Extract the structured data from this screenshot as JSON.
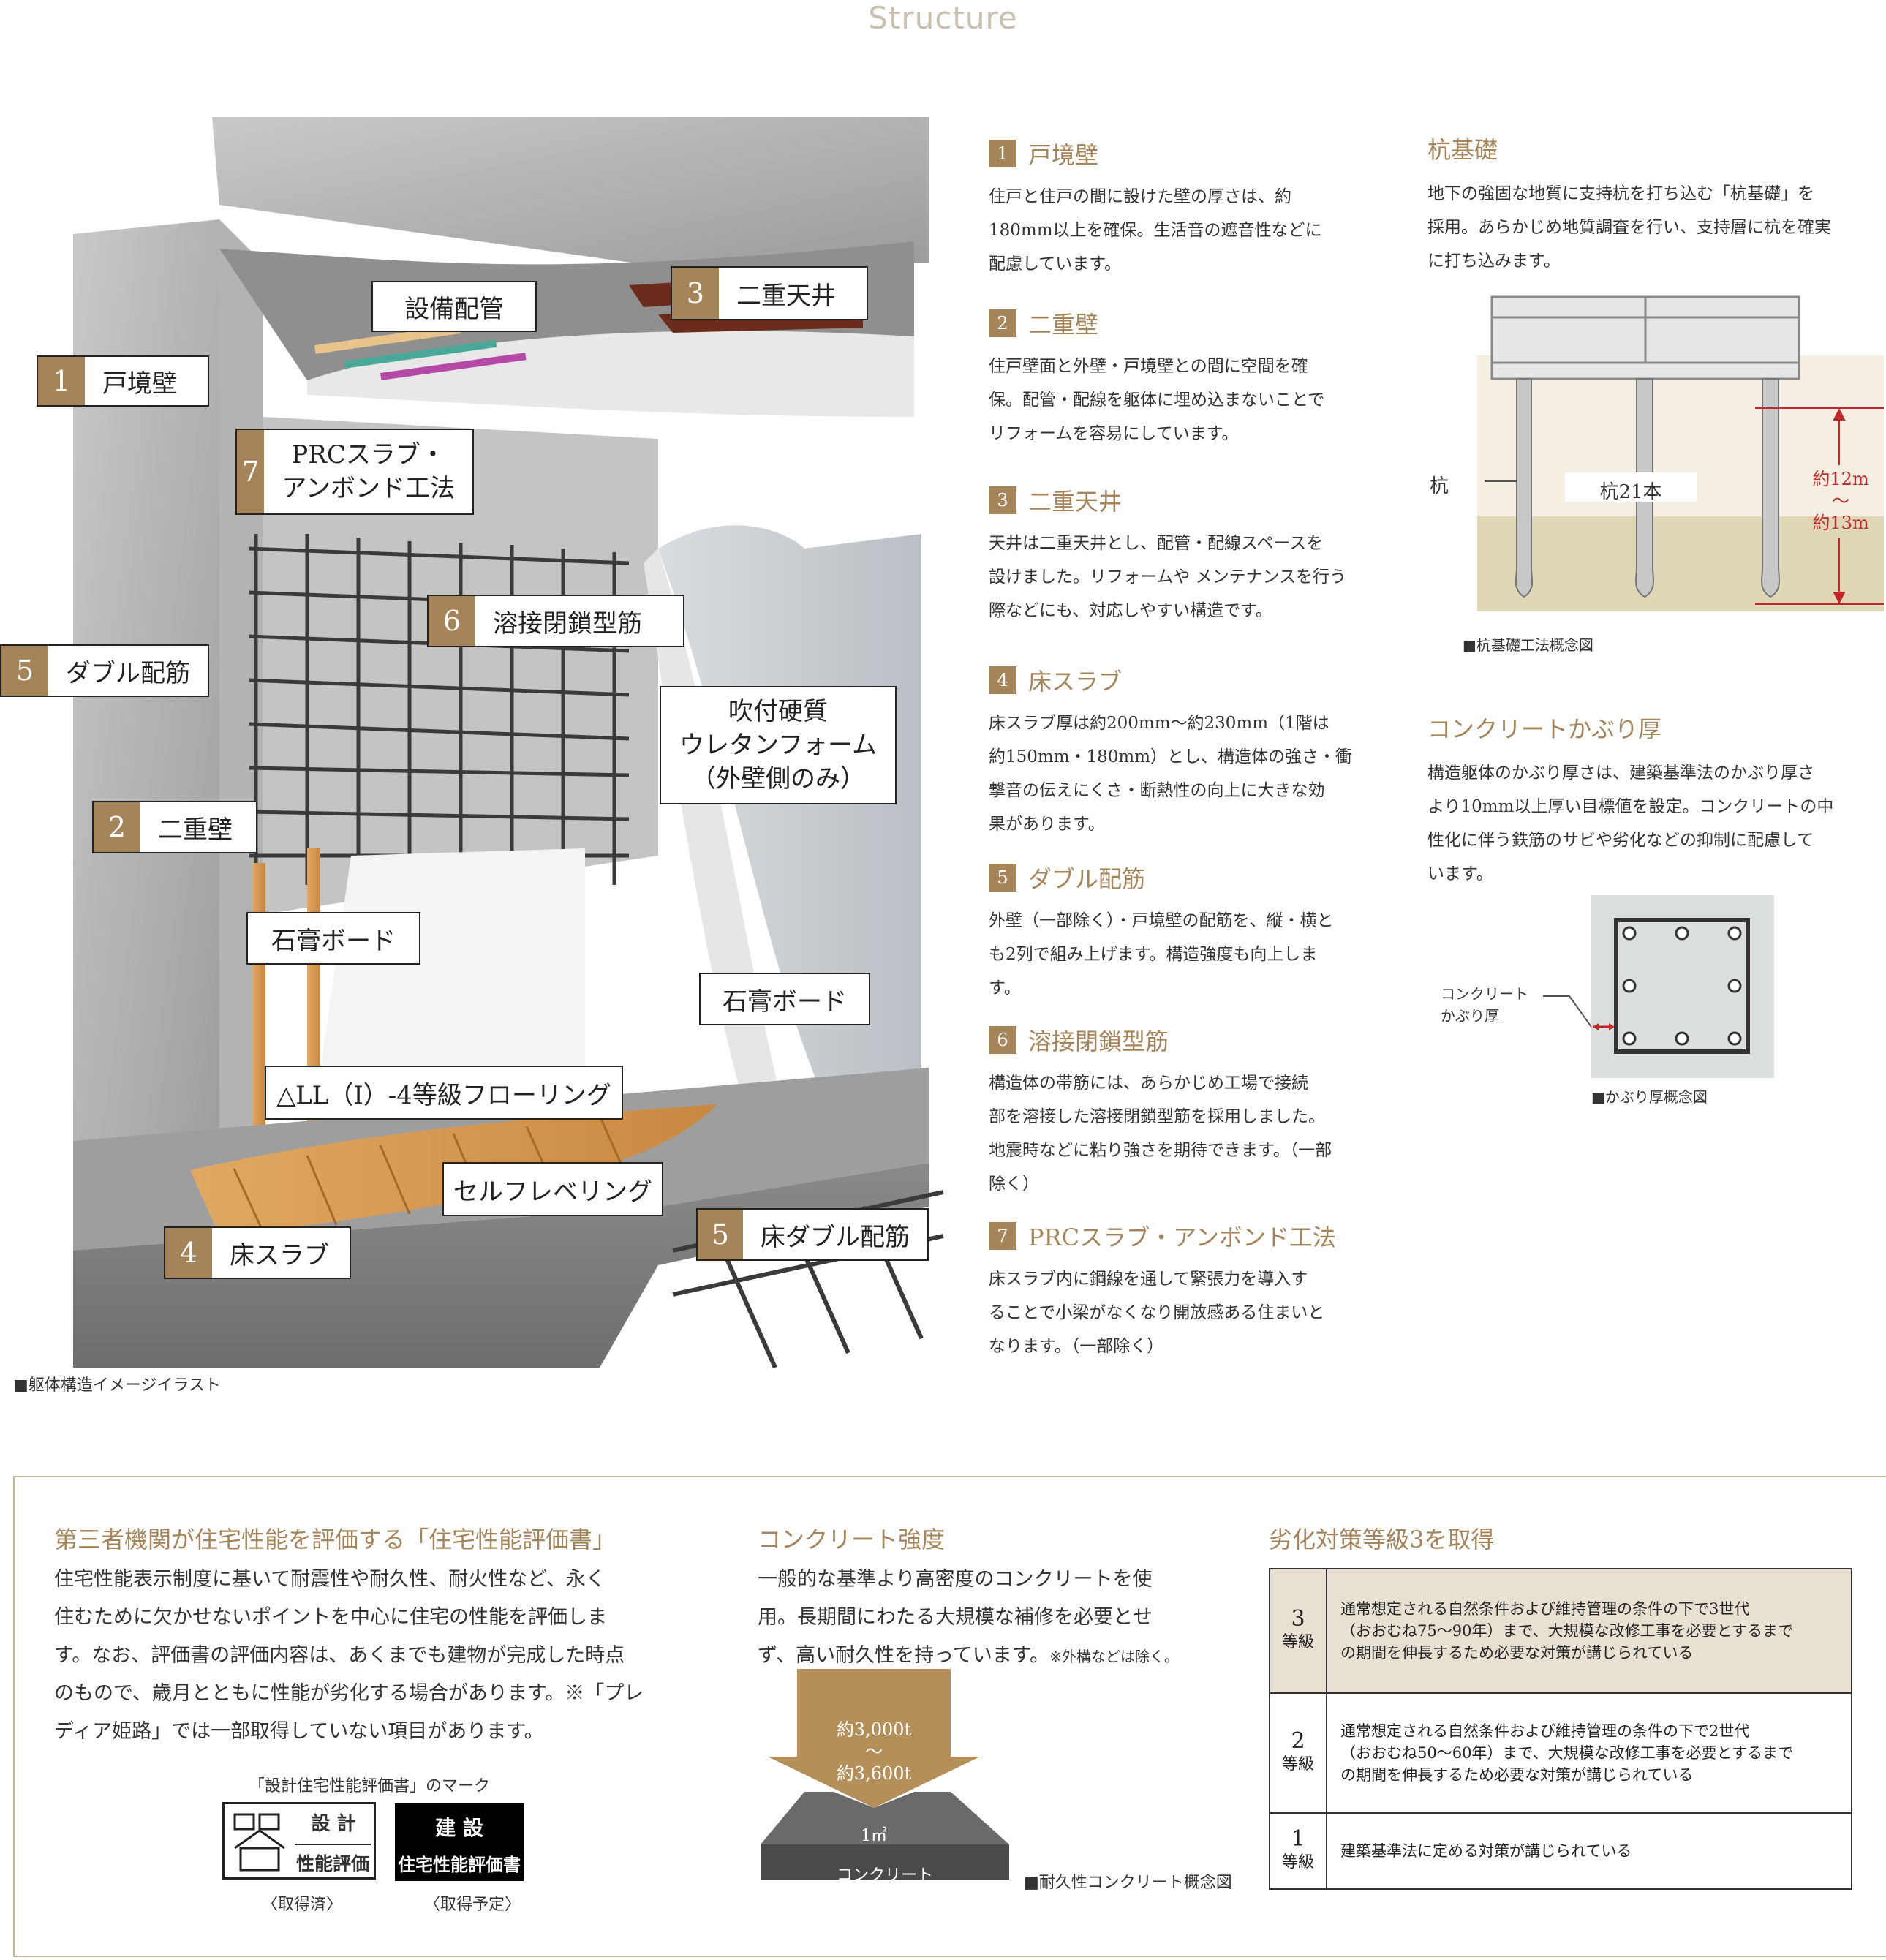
{
  "page_title": "Structure",
  "illustration": {
    "callouts": {
      "c1": {
        "num": "1",
        "label": "戸境壁"
      },
      "c3": {
        "num": "3",
        "label": "二重天井"
      },
      "c7": {
        "num": "7",
        "label_line1": "PRCスラブ・",
        "label_line2": "アンボンド工法"
      },
      "c6": {
        "num": "6",
        "label": "溶接閉鎖型筋"
      },
      "c5a": {
        "num": "5",
        "label": "ダブル配筋"
      },
      "c2": {
        "num": "2",
        "label": "二重壁"
      },
      "c4": {
        "num": "4",
        "label": "床スラブ"
      },
      "c5b": {
        "num": "5",
        "label": "床ダブル配筋"
      },
      "setsubi": "設備配管",
      "urethane_line1": "吹付硬質",
      "urethane_line2": "ウレタンフォーム",
      "urethane_line3": "（外壁側のみ）",
      "sekko1": "石膏ボード",
      "sekko2": "石膏ボード",
      "flooring": "△LL（I）-4等級フローリング",
      "self_leveling": "セルフレベリング"
    },
    "caption": "■躯体構造イメージイラスト"
  },
  "features": [
    {
      "num": "1",
      "title": "戸境壁",
      "lines": [
        "住戸と住戸の間に設けた壁の厚さは、約",
        "180mm以上を確保。生活音の遮音性などに",
        "配慮しています。"
      ]
    },
    {
      "num": "2",
      "title": "二重壁",
      "lines": [
        "住戸壁面と外壁・戸境壁との間に空間を確",
        "保。配管・配線を躯体に埋め込まないことで",
        "リフォームを容易にしています。"
      ]
    },
    {
      "num": "3",
      "title": "二重天井",
      "lines": [
        "天井は二重天井とし、配管・配線スペースを",
        "設けました。リフォームや メンテナンスを行う",
        "際などにも、対応しやすい構造です。"
      ]
    },
    {
      "num": "4",
      "title": "床スラブ",
      "lines": [
        "床スラブ厚は約200mm〜約230mm（1階は",
        "約150mm・180mm）とし、構造体の強さ・衝",
        "撃音の伝えにくさ・断熱性の向上に大きな効",
        "果があります。"
      ]
    },
    {
      "num": "5",
      "title": "ダブル配筋",
      "lines": [
        "外壁（一部除く）・戸境壁の配筋を、縦・横と",
        "も2列で組み上げます。構造強度も向上しま",
        "す。"
      ]
    },
    {
      "num": "6",
      "title": "溶接閉鎖型筋",
      "lines": [
        "構造体の帯筋には、あらかじめ工場で接続",
        "部を溶接した溶接閉鎖型筋を採用しました。",
        "地震時などに粘り強さを期待できます。（一部",
        "除く）"
      ]
    },
    {
      "num": "7",
      "title": "PRCスラブ・アンボンド工法",
      "lines": [
        "床スラブ内に鋼線を通して緊張力を導入す",
        "ることで小梁がなくなり開放感ある住まいと",
        "なります。（一部除く）"
      ]
    }
  ],
  "pile": {
    "title": "杭基礎",
    "lines": [
      "地下の強固な地質に支持杭を打ち込む「杭基礎」を",
      "採用。あらかじめ地質調査を行い、支持層に杭を確実",
      "に打ち込みます。"
    ],
    "label_pile": "杭",
    "label_count": "杭21本",
    "depth_line1": "約12m",
    "depth_line2": "〜",
    "depth_line3": "約13m",
    "caption": "■杭基礎工法概念図"
  },
  "cover": {
    "title": "コンクリートかぶり厚",
    "lines": [
      "構造躯体のかぶり厚さは、建築基準法のかぶり厚さ",
      "より10mm以上厚い目標値を設定。コンクリートの中",
      "性化に伴う鉄筋のサビや劣化などの抑制に配慮して",
      "います。"
    ],
    "label_line1": "コンクリート",
    "label_line2": "かぶり厚",
    "caption": "■かぶり厚概念図"
  },
  "evaluation": {
    "title": "第三者機関が住宅性能を評価する「住宅性能評価書」",
    "lines": [
      "住宅性能表示制度に基いて耐震性や耐久性、耐火性など、永く",
      "住むために欠かせないポイントを中心に住宅の性能を評価しま",
      "す。なお、評価書の評価内容は、あくまでも建物が完成した時点",
      "のもので、歳月とともに性能が劣化する場合があります。※「プレ",
      "ディア姫路」では一部取得していない項目があります。"
    ],
    "marks_caption": "「設計住宅性能評価書」のマーク",
    "mark1_line1": "設 計",
    "mark1_line2": "性能評価",
    "mark1_status": "〈取得済〉",
    "mark2_line1": "建 設",
    "mark2_line2": "住宅性能評価書",
    "mark2_status": "〈取得予定〉"
  },
  "concrete": {
    "title": "コンクリート強度",
    "lines": [
      "一般的な基準より高密度のコンクリートを使",
      "用。長期間にわたる大規模な補修を必要とせ"
    ],
    "last_line": "ず、高い耐久性を持っています。",
    "note": "※外構などは除く。",
    "load_line1": "約3,000t",
    "load_line2": "〜",
    "load_line3": "約3,600t",
    "area": "1㎡",
    "material": "コンクリート",
    "caption": "■耐久性コンクリート概念図"
  },
  "deterioration": {
    "title": "劣化対策等級3を取得",
    "grade_suffix": "等級",
    "grades": [
      {
        "grade": "3",
        "lines": [
          "通常想定される自然条件および維持管理の条件の下で3世代",
          "（おおむね75〜90年）まで、大規模な改修工事を必要とするまで",
          "の期間を伸長するため必要な対策が講じられている"
        ]
      },
      {
        "grade": "2",
        "lines": [
          "通常想定される自然条件および維持管理の条件の下で2世代",
          "（おおむね50〜60年）まで、大規模な改修工事を必要とするまで",
          "の期間を伸長するため必要な対策が講じられている"
        ]
      },
      {
        "grade": "1",
        "lines": [
          "建築基準法に定める対策が講じられている"
        ]
      }
    ]
  },
  "colors": {
    "accent": "#a5845a",
    "border": "#c9b39a",
    "highlight": "#e8e1d3"
  }
}
